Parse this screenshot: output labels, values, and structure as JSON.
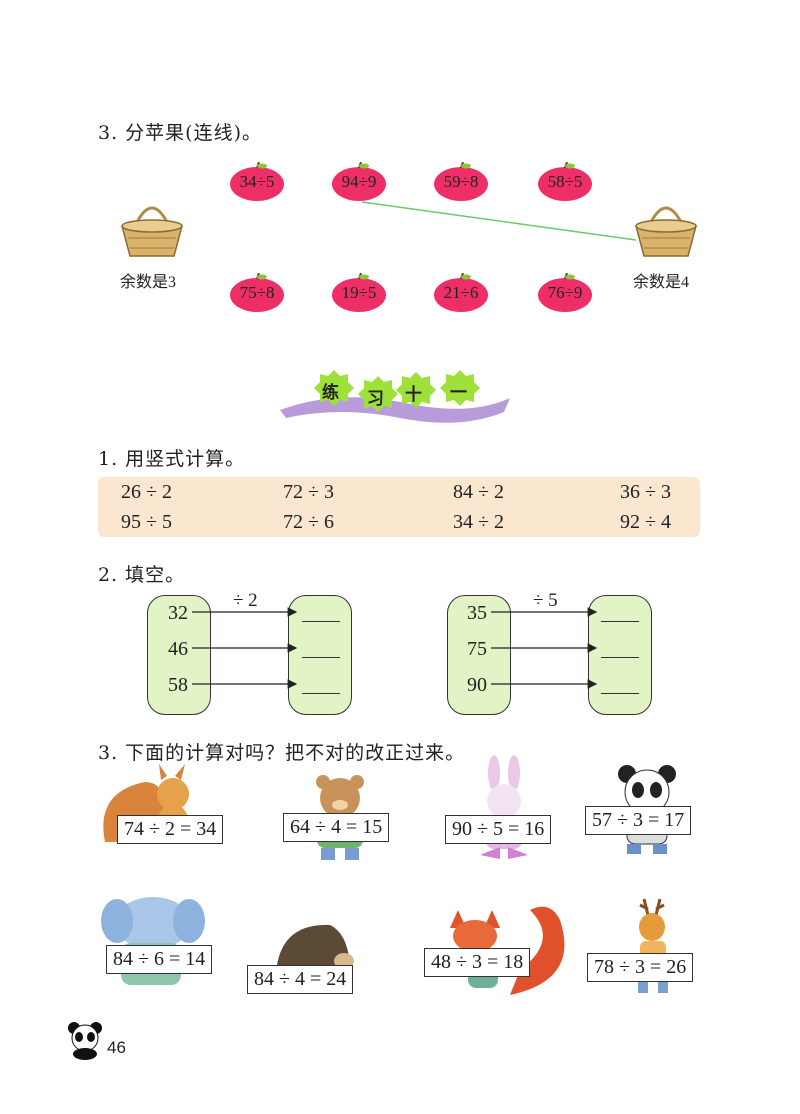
{
  "q3_top": {
    "title": "3. 分苹果(连线)。",
    "apples_top": [
      "34÷5",
      "94÷9",
      "59÷8",
      "58÷5"
    ],
    "apples_bottom": [
      "75÷8",
      "19÷5",
      "21÷6",
      "76÷9"
    ],
    "basket_left": "余数是3",
    "basket_right": "余数是4"
  },
  "banner": {
    "chars": [
      "练",
      "习",
      "十",
      "一"
    ]
  },
  "q1": {
    "title": "1. 用竖式计算。",
    "row1": [
      "26 ÷ 2",
      "72 ÷ 3",
      "84 ÷ 2",
      "36 ÷ 3"
    ],
    "row2": [
      "95 ÷ 5",
      "72 ÷ 6",
      "34 ÷ 2",
      "92 ÷ 4"
    ]
  },
  "q2": {
    "title": "2. 填空。",
    "left": {
      "op": "÷ 2",
      "inputs": [
        "32",
        "46",
        "58"
      ]
    },
    "right": {
      "op": "÷ 5",
      "inputs": [
        "35",
        "75",
        "90"
      ]
    }
  },
  "q3": {
    "title": "3. 下面的计算对吗？把不对的改正过来。",
    "cards_row1": [
      "74 ÷ 2 = 34",
      "64 ÷ 4 = 15",
      "90 ÷ 5 = 16",
      "57 ÷ 3 = 17"
    ],
    "cards_row2": [
      "84 ÷ 6 = 14",
      "84 ÷ 4 = 24",
      "48 ÷ 3 = 18",
      "78 ÷ 3 = 26"
    ]
  },
  "page_number": "46",
  "colors": {
    "apple": "#ee2f67",
    "pill": "#e2f3c6",
    "calc_bg": "#fbe6cf",
    "line": "#6cc86a"
  }
}
